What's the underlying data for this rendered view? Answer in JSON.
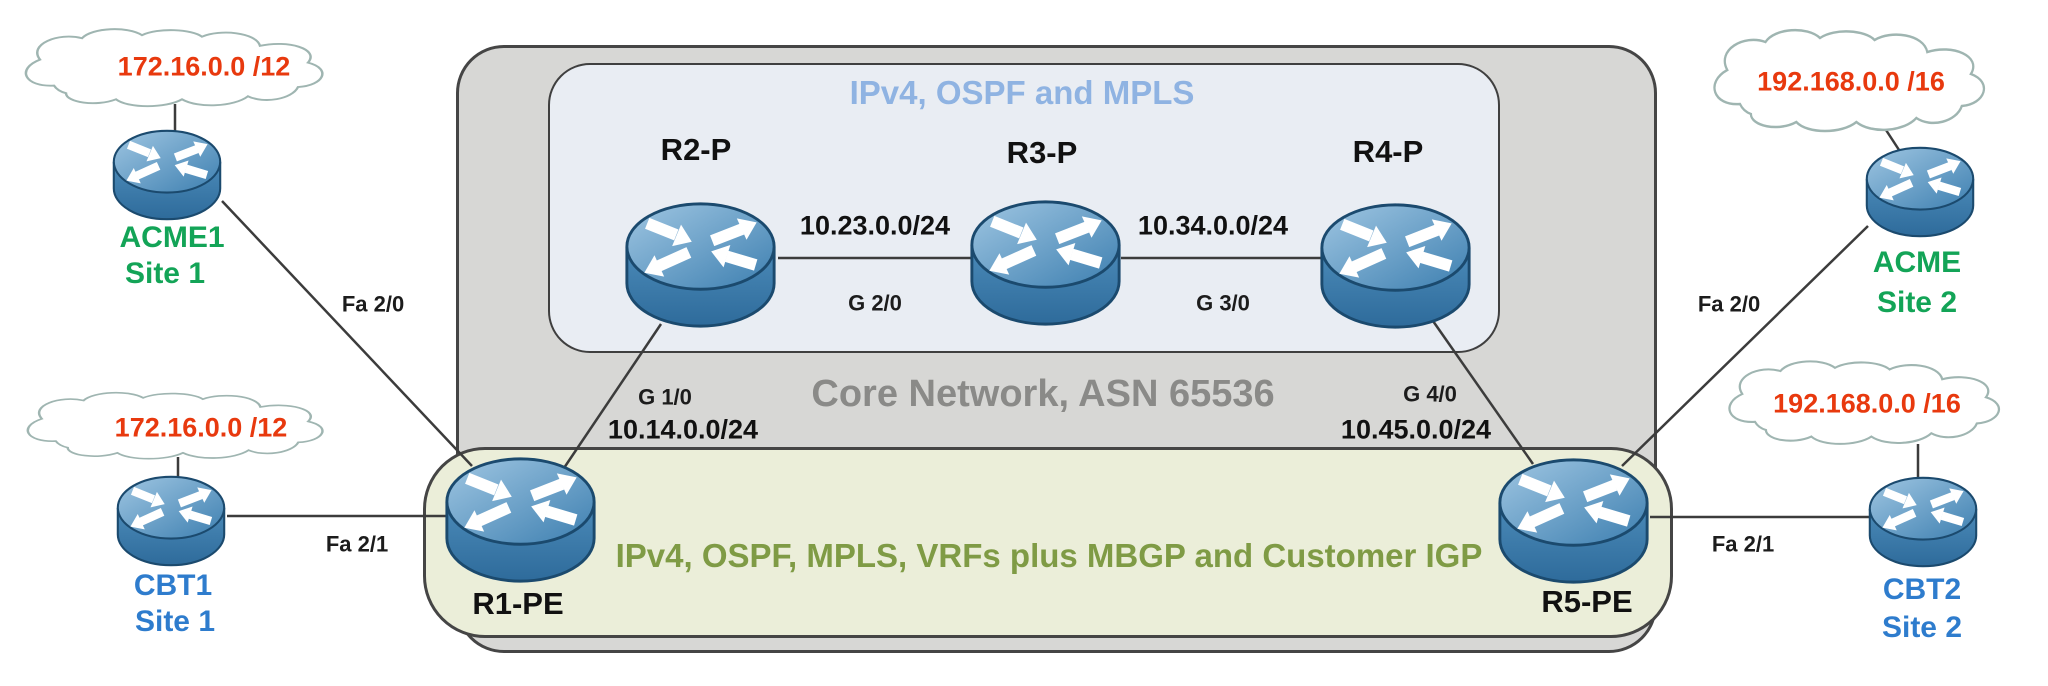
{
  "regions": {
    "mpls_core_title": "IPv4, OSPF and MPLS",
    "core_title": "Core Network, ASN 65536",
    "pe_band_title": "IPv4, OSPF, MPLS, VRFs plus MBGP and Customer IGP"
  },
  "clouds": {
    "acme_site1": "172.16.0.0 /12",
    "cbt_site1": "172.16.0.0 /12",
    "acme_site2": "192.168.0.0 /16",
    "cbt_site2": "192.168.0.0 /16"
  },
  "routers": {
    "acme1": {
      "name": "ACME1",
      "site": "Site 1"
    },
    "cbt1": {
      "name": "CBT1",
      "site": "Site 1"
    },
    "acme2": {
      "name": "ACME",
      "site": "Site 2"
    },
    "cbt2": {
      "name": "CBT2",
      "site": "Site 2"
    },
    "r1": {
      "name": "R1-PE"
    },
    "r2": {
      "name": "R2-P"
    },
    "r3": {
      "name": "R3-P"
    },
    "r4": {
      "name": "R4-P"
    },
    "r5": {
      "name": "R5-PE"
    }
  },
  "interfaces": {
    "fa20_left": "Fa 2/0",
    "fa21_left": "Fa 2/1",
    "fa20_right": "Fa 2/0",
    "fa21_right": "Fa 2/1",
    "g10": "G 1/0",
    "g20": "G 2/0",
    "g30": "G 3/0",
    "g40": "G 4/0"
  },
  "subnets": {
    "net_14": "10.14.0.0/24",
    "net_23": "10.23.0.0/24",
    "net_34": "10.34.0.0/24",
    "net_45": "10.45.0.0/24"
  },
  "colors": {
    "cloud_text": "#e8390e",
    "acme_site_text": "#13a457",
    "cbt_site_text": "#2e7ccd",
    "mpls_title": "#8fb3e2",
    "core_title": "#8a8a88",
    "pe_band_title": "#7f9b45",
    "core_box_fill": "#d7d7d5",
    "mpls_box_fill": "#e9edf3",
    "pe_band_fill": "#ebeed9",
    "router_blue": "#3d7fb0",
    "link_line": "#3c3c3c"
  }
}
